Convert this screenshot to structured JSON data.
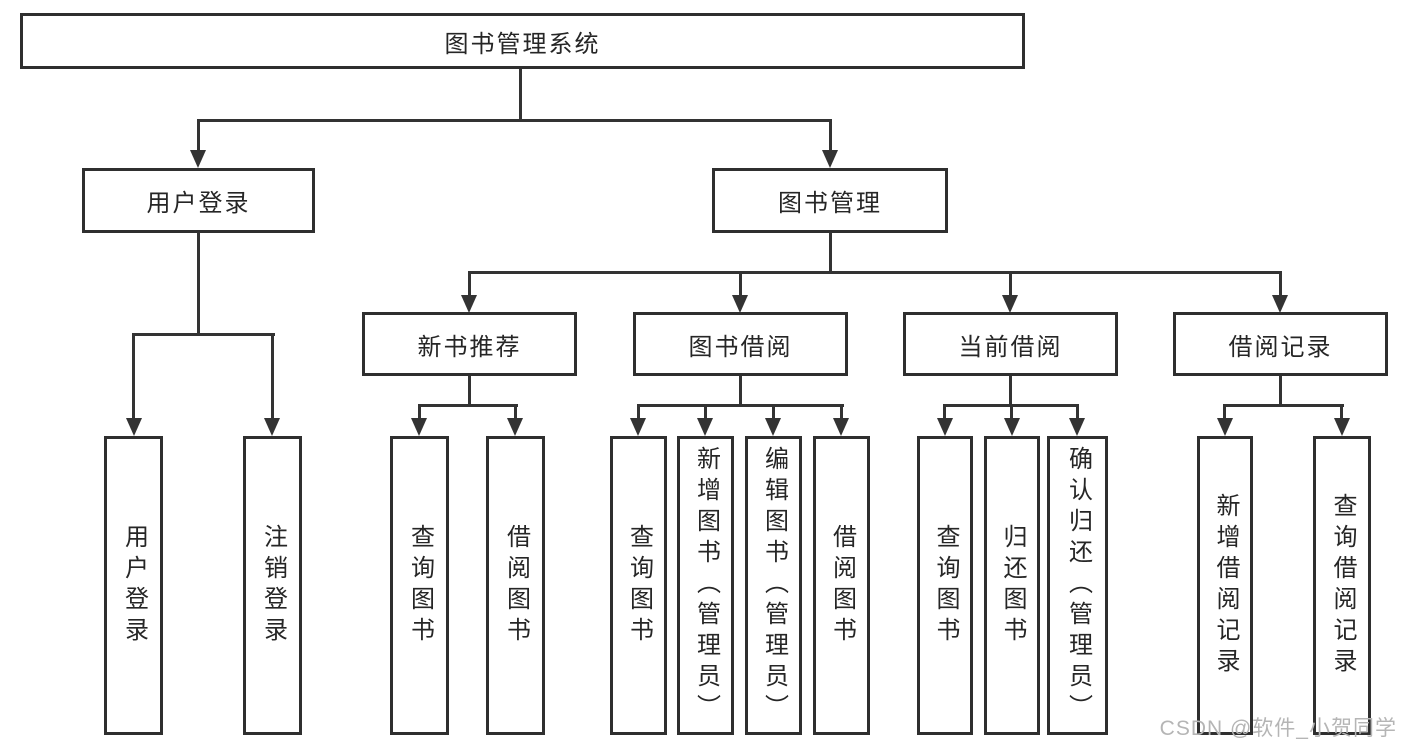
{
  "colors": {
    "line": "#333333",
    "box_border": "#2f2f2f",
    "box_fill": "#ffffff",
    "text": "#262626",
    "watermark": "#b5b5b5"
  },
  "diagram": {
    "title": "图书管理系统",
    "level2": [
      {
        "label": "用户登录",
        "children": [
          "用户登录",
          "注销登录"
        ]
      },
      {
        "label": "图书管理",
        "children": [
          {
            "label": "新书推荐",
            "children": [
              "查询图书",
              "借阅图书"
            ]
          },
          {
            "label": "图书借阅",
            "children": [
              "查询图书",
              "新增图书（管理员）",
              "编辑图书（管理员）",
              "借阅图书"
            ]
          },
          {
            "label": "当前借阅",
            "children": [
              "查询图书",
              "归还图书",
              "确认归还（管理员）"
            ]
          },
          {
            "label": "借阅记录",
            "children": [
              "新增借阅记录",
              "查询借阅记录"
            ]
          }
        ]
      }
    ]
  },
  "watermark": {
    "text": "CSDN @软件_小贺同学"
  }
}
